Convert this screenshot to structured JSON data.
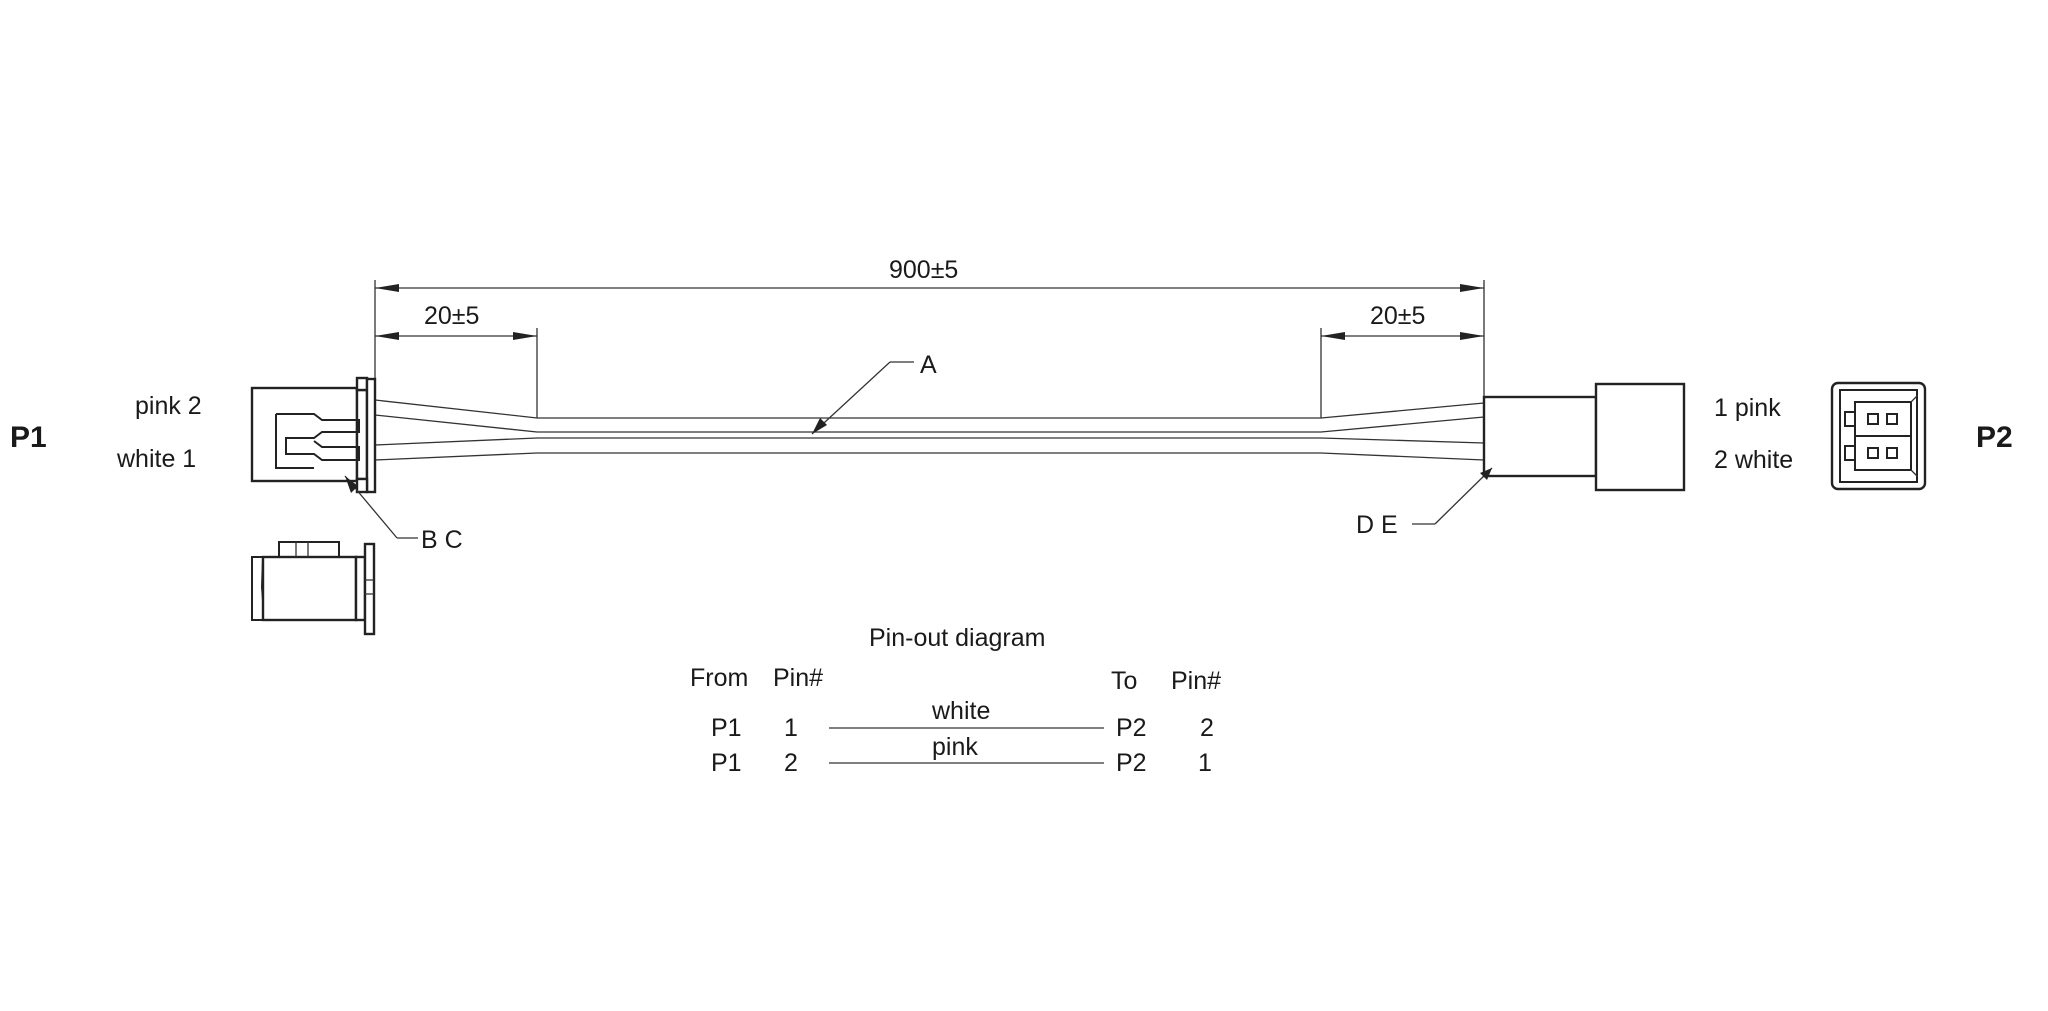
{
  "connectors": {
    "p1": {
      "name": "P1",
      "wire_top_label": "pink 2",
      "wire_bottom_label": "white 1"
    },
    "p2": {
      "name": "P2",
      "wire_top_label": "1 pink",
      "wire_bottom_label": "2 white"
    }
  },
  "dimensions": {
    "overall": "900±5",
    "strip_left": "20±5",
    "strip_right": "20±5"
  },
  "callouts": {
    "cable": "A",
    "p1_parts": "B C",
    "p2_parts": "D E"
  },
  "pinout": {
    "title": "Pin-out diagram",
    "headers": {
      "from": "From",
      "from_pin": "Pin#",
      "to": "To",
      "to_pin": "Pin#"
    },
    "rows": [
      {
        "from": "P1",
        "from_pin": "1",
        "wire": "white",
        "to": "P2",
        "to_pin": "2"
      },
      {
        "from": "P1",
        "from_pin": "2",
        "wire": "pink",
        "to": "P2",
        "to_pin": "1"
      }
    ]
  }
}
